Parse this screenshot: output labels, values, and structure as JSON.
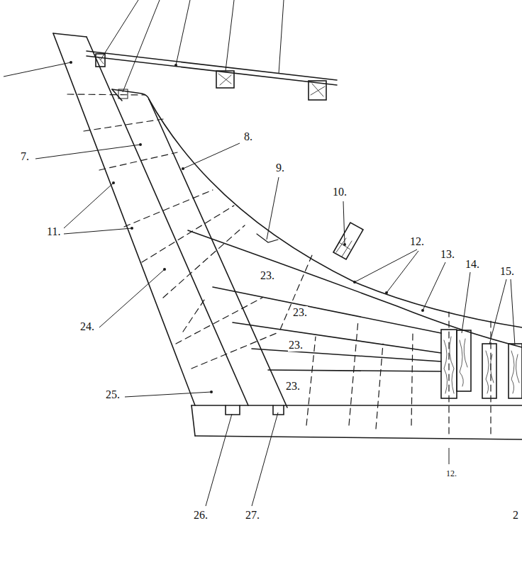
{
  "diagram": {
    "labels": [
      "7.",
      "8.",
      "9.",
      "10.",
      "11.",
      "12.",
      "13.",
      "14.",
      "15.",
      "23.",
      "23.",
      "23.",
      "23.",
      "24.",
      "25.",
      "12.",
      "26.",
      "27.",
      "2"
    ]
  }
}
